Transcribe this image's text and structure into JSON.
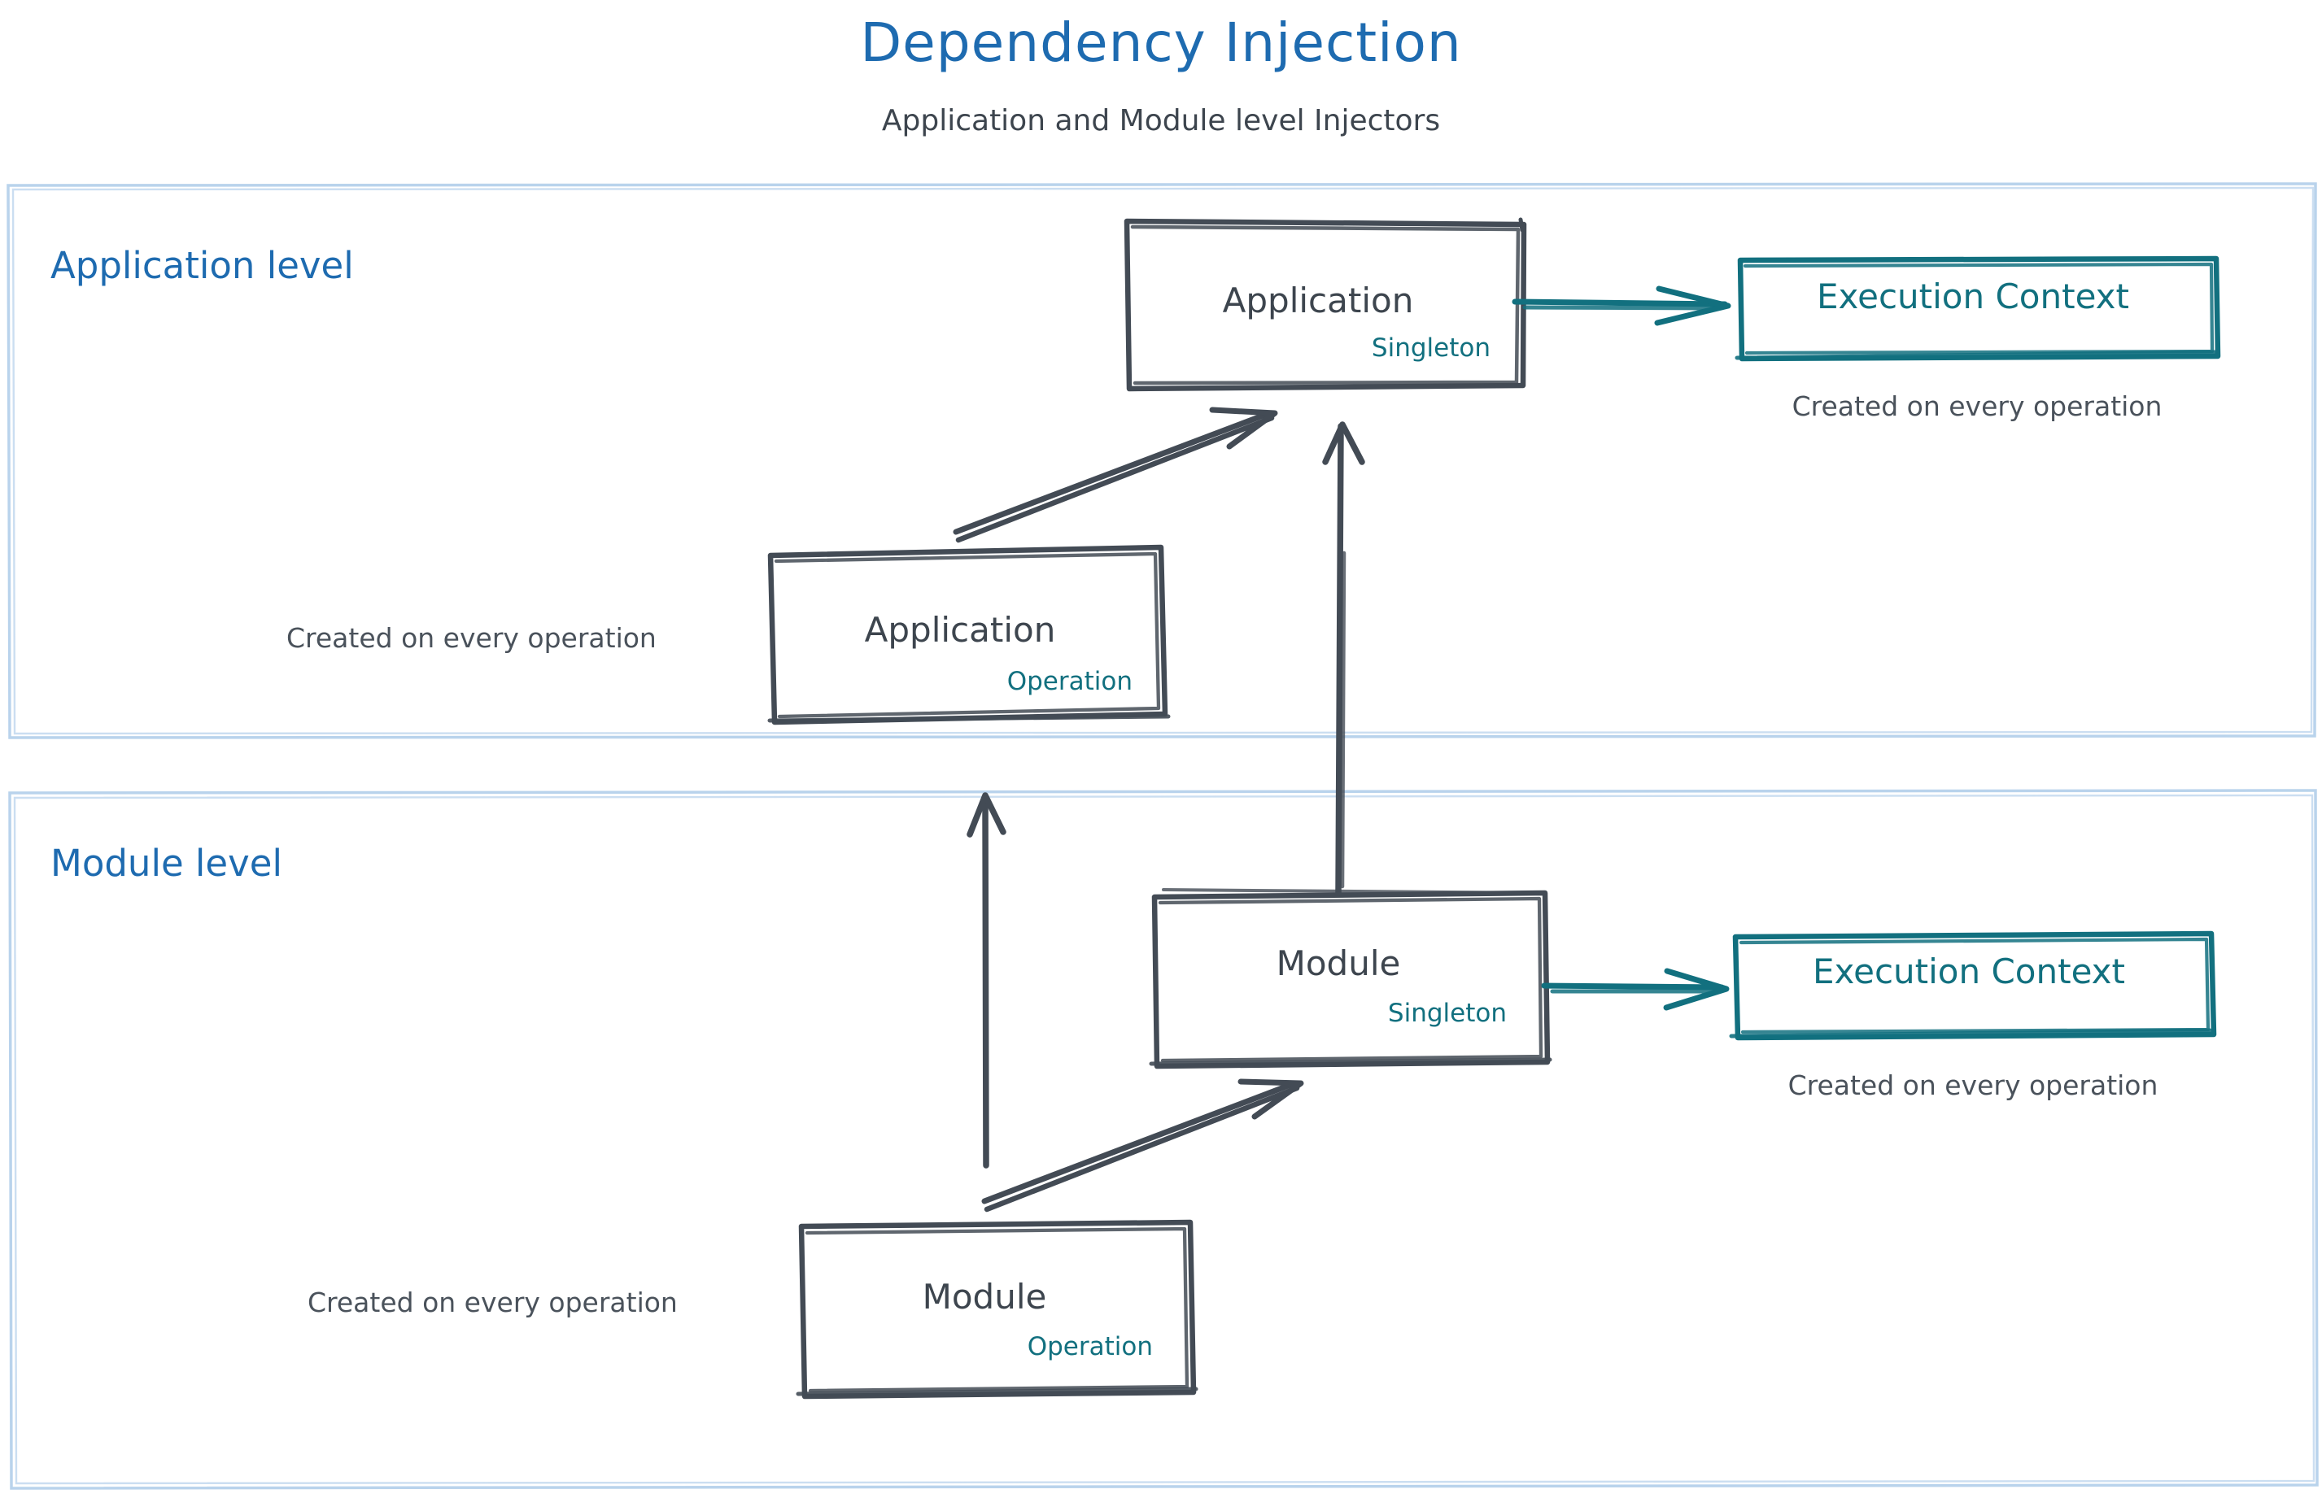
{
  "header": {
    "title": "Dependency Injection",
    "subtitle": "Application and Module level Injectors"
  },
  "colors": {
    "title_blue": "#1e6bb0",
    "section_border": "#b9d3ec",
    "box_stroke": "#434b55",
    "teal": "#12707f",
    "note_text": "#4a525b",
    "background": "#ffffff"
  },
  "sections": [
    {
      "id": "application-level",
      "label": "Application level"
    },
    {
      "id": "module-level",
      "label": "Module level"
    }
  ],
  "nodes": {
    "application_singleton": {
      "title": "Application",
      "scope": "Singleton",
      "section": "application-level"
    },
    "application_operation": {
      "title": "Application",
      "scope": "Operation",
      "section": "application-level",
      "note": "Created on every operation"
    },
    "execution_context_app": {
      "title": "Execution Context",
      "note": "Created on every operation",
      "section": "application-level"
    },
    "module_singleton": {
      "title": "Module",
      "scope": "Singleton",
      "section": "module-level"
    },
    "module_operation": {
      "title": "Module",
      "scope": "Operation",
      "section": "module-level",
      "note": "Created on every operation"
    },
    "execution_context_module": {
      "title": "Execution Context",
      "note": "Created on every operation",
      "section": "module-level"
    }
  },
  "edges": [
    {
      "from": "application_singleton",
      "to": "execution_context_app",
      "style": "teal-arrow",
      "direction": "right"
    },
    {
      "from": "application_operation",
      "to": "application_singleton",
      "style": "dark-double-arrow",
      "direction": "up-right"
    },
    {
      "from": "module_singleton",
      "to": "application_singleton",
      "style": "dark-double-arrow",
      "direction": "up"
    },
    {
      "from": "module_singleton",
      "to": "execution_context_module",
      "style": "teal-arrow",
      "direction": "right"
    },
    {
      "from": "module_operation",
      "to": "module_singleton",
      "style": "dark-double-arrow",
      "direction": "up-right"
    },
    {
      "from": "module_operation",
      "to": "application_operation",
      "style": "dark-arrow",
      "direction": "up"
    }
  ]
}
